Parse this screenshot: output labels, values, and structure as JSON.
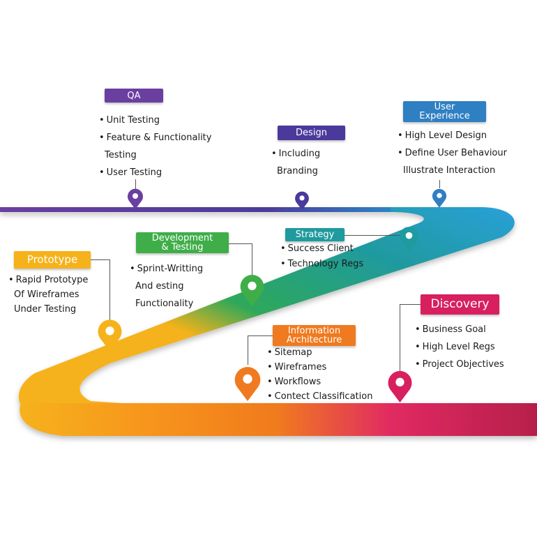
{
  "stages": [
    {
      "id": "qa",
      "label": "QA",
      "color": "#6a3fa0",
      "items": [
        "Unit Testing",
        "Feature & Functionality",
        "Testing",
        "User Testing"
      ],
      "continued": [
        false,
        false,
        true,
        false
      ]
    },
    {
      "id": "design",
      "label": "Design",
      "color": "#4b3a9c",
      "items": [
        "Including",
        "Branding"
      ],
      "continued": [
        false,
        true
      ]
    },
    {
      "id": "user-experience",
      "label": "User\nExperience",
      "color": "#2f7fc3",
      "items": [
        "High Level Design",
        "Define User Behaviour",
        "Illustrate Interaction"
      ],
      "continued": [
        false,
        false,
        true
      ]
    },
    {
      "id": "strategy",
      "label": "Strategy",
      "color": "#1f9a9e",
      "items": [
        "Success Client",
        "Technology Regs"
      ],
      "continued": [
        false,
        false
      ]
    },
    {
      "id": "development",
      "label": "Development\n& Testing",
      "color": "#3fae49",
      "items": [
        "Sprint-Writting",
        "And esting",
        "Functionality"
      ],
      "continued": [
        false,
        true,
        true
      ]
    },
    {
      "id": "prototype",
      "label": "Prototype",
      "color": "#f6b21a",
      "items": [
        "Rapid Prototype",
        "Of Wireframes",
        "Under Testing"
      ],
      "continued": [
        false,
        true,
        true
      ]
    },
    {
      "id": "information-architecture",
      "label": "Information\nArchitecture",
      "color": "#f07a1f",
      "items": [
        "Sitemap",
        "Wireframes",
        "Workflows",
        "Contect Classification"
      ],
      "continued": [
        false,
        false,
        false,
        false
      ]
    },
    {
      "id": "discovery",
      "label": "Discovery",
      "color": "#d81f5f",
      "items": [
        "Business Goal",
        "High Level Regs",
        "Project Objectives"
      ],
      "continued": [
        false,
        false,
        false
      ]
    }
  ],
  "road_colors": {
    "top": [
      "#6a3fa0",
      "#4b3a9c",
      "#2f7fc3"
    ],
    "diagonal": [
      "#1f9a9e",
      "#3fae49",
      "#f6b21a"
    ],
    "bottom": [
      "#f6b21a",
      "#f07a1f",
      "#d81f5f",
      "#b61f4a"
    ]
  }
}
